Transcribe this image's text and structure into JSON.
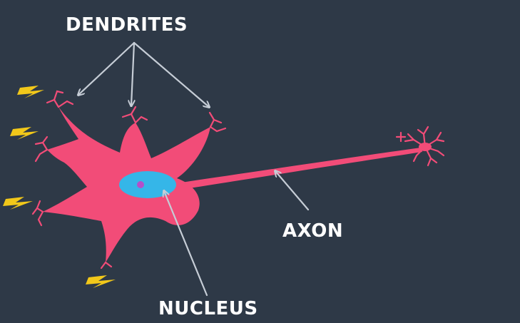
{
  "labels": {
    "dendrites": "DENDRITES",
    "axon": "AXON",
    "nucleus": "NUCLEUS"
  },
  "colors": {
    "background": "#2e3947",
    "cell_body": "#f24c78",
    "nucleus": "#35b6e8",
    "nucleolus": "#b54fc9",
    "signal": "#f2c81a",
    "pointer": "#c6cdd6",
    "label_text": "#ffffff"
  },
  "icons": [
    "lightning-bolt-icon"
  ]
}
